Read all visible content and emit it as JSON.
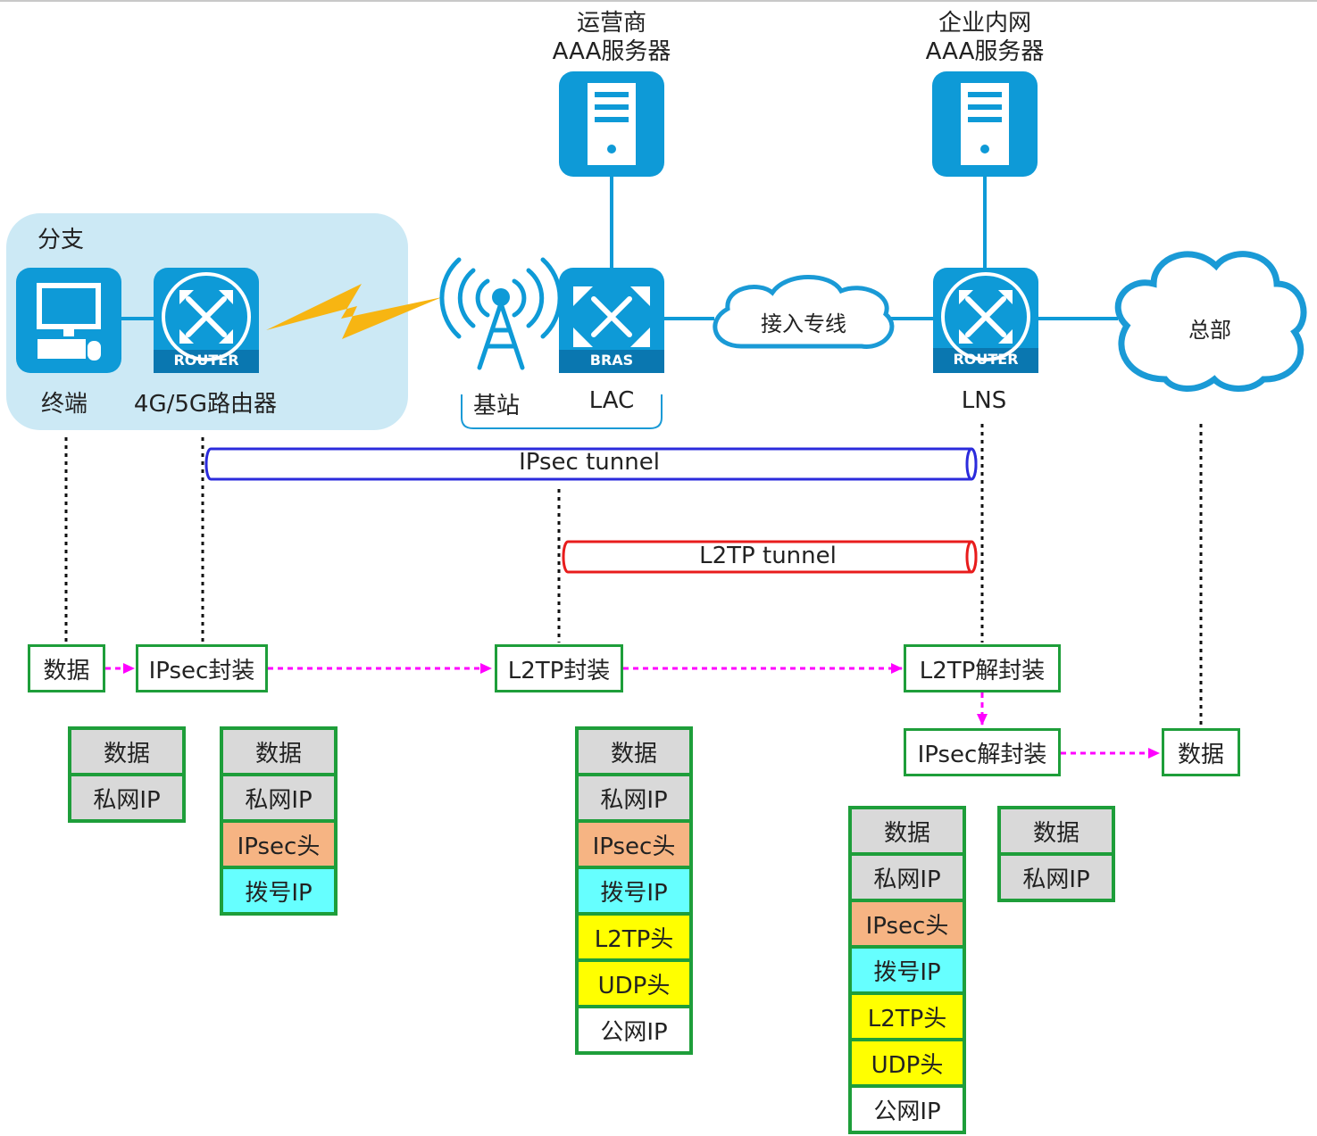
{
  "labels": {
    "carrier_aaa": "运营商\nAAA服务器",
    "enterprise_aaa": "企业内网\nAAA服务器",
    "branch": "分支",
    "terminal": "终端",
    "router_4g5g": "4G/5G路由器",
    "base_station": "基站",
    "lac": "LAC",
    "lns": "LNS",
    "dedicated_line": "接入专线",
    "hq": "总部",
    "router_badge": "ROUTER",
    "bras_badge": "BRAS"
  },
  "tunnels": {
    "ipsec": "IPsec tunnel",
    "l2tp": "L2TP tunnel"
  },
  "steps": {
    "data_start": "数据",
    "ipsec_encap": "IPsec封装",
    "l2tp_encap": "L2TP封装",
    "l2tp_decap": "L2TP解封装",
    "ipsec_decap": "IPsec解封装",
    "data_end": "数据"
  },
  "stacks": {
    "s1": [
      "数据",
      "私网IP"
    ],
    "s2": [
      "数据",
      "私网IP",
      "IPsec头",
      "拨号IP"
    ],
    "s3": [
      "数据",
      "私网IP",
      "IPsec头",
      "拨号IP",
      "L2TP头",
      "UDP头",
      "公网IP"
    ],
    "s4": [
      "数据",
      "私网IP",
      "IPsec头",
      "拨号IP",
      "L2TP头",
      "UDP头",
      "公网IP"
    ],
    "s5": [
      "数据",
      "私网IP"
    ]
  },
  "colors": {
    "device_blue": "#0e9ad7",
    "cloud_blue": "#1a9ad6",
    "branch_bg": "#cce9f5",
    "step_border": "#1e9e3a",
    "arrow_magenta": "#ff00ff",
    "ipsec_tunnel": "#2b2bdc",
    "l2tp_tunnel": "#e81c1c",
    "lightning": "#f7b512",
    "layer_data": "#d9d9d9",
    "layer_ipsec": "#f6b483",
    "layer_dial": "#66ffff",
    "layer_l2tp": "#ffff00",
    "layer_public": "#ffffff"
  }
}
